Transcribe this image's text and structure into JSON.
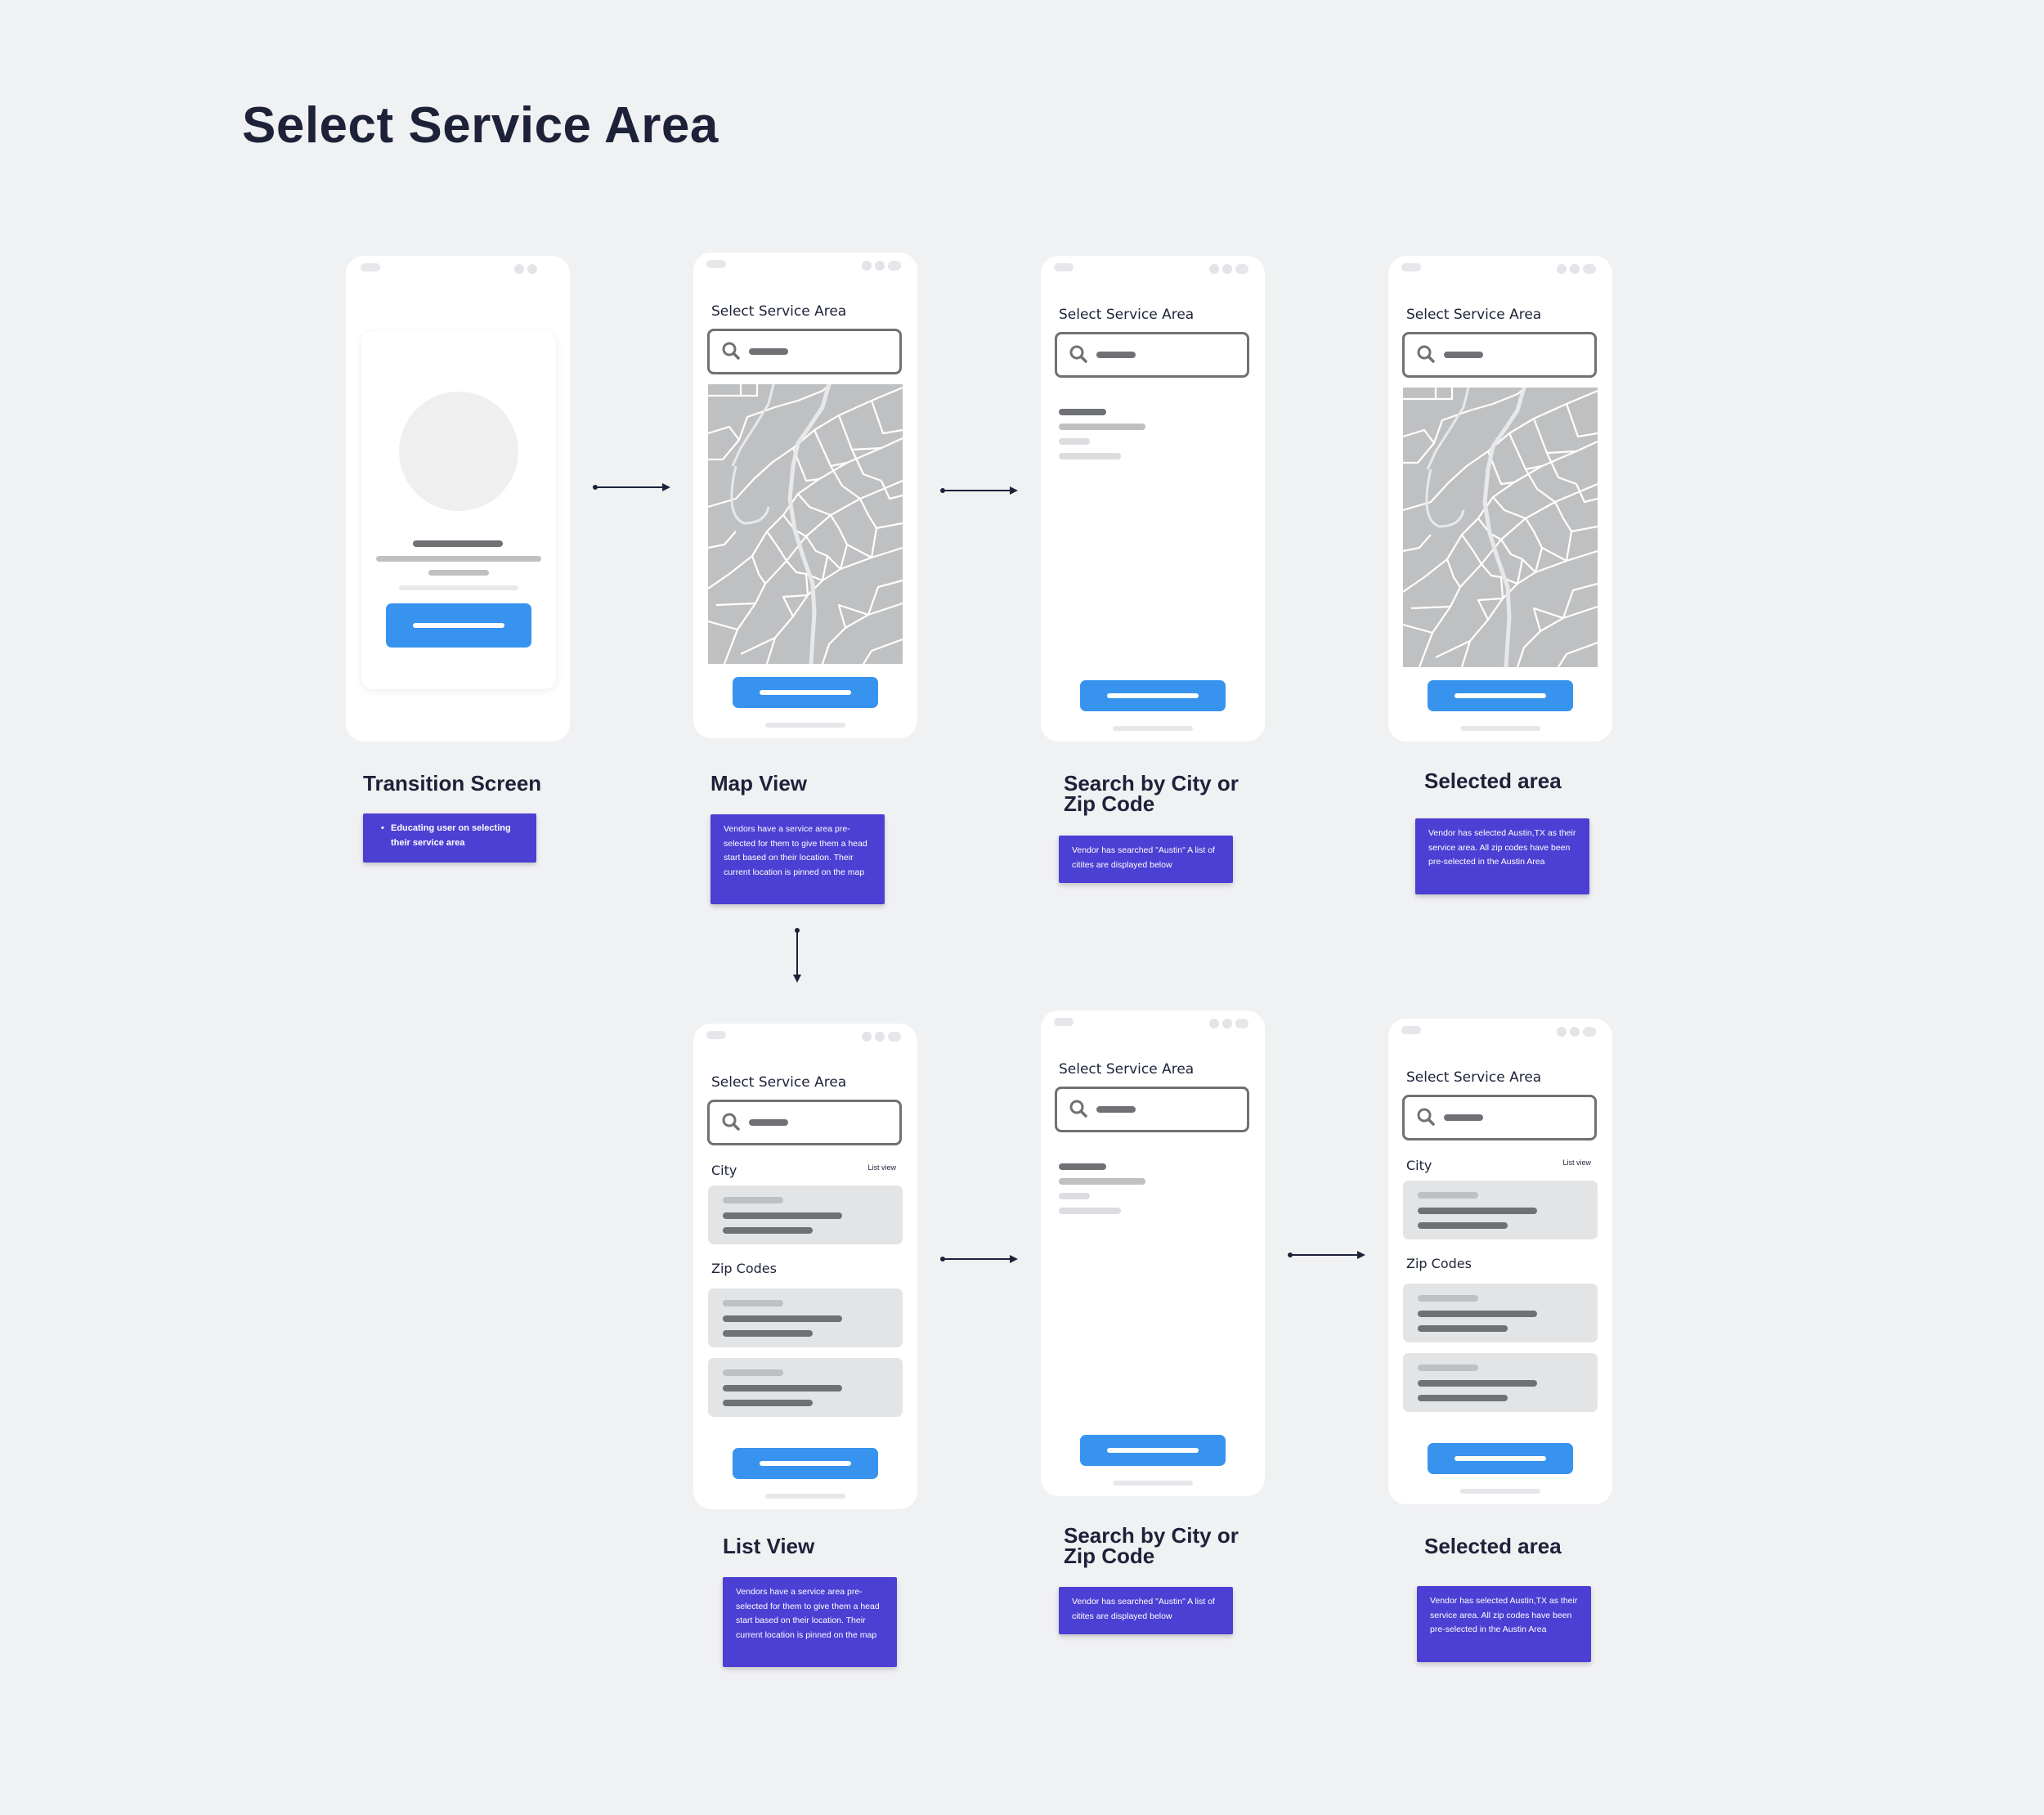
{
  "page": {
    "title": "Select Service Area"
  },
  "screen_header": "Select Service Area",
  "list_view": {
    "city_label": "City",
    "zip_label": "Zip Codes",
    "list_toggle": "List view"
  },
  "screens": {
    "transition": {
      "label": "Transition Screen",
      "note": "Educating user on selecting their service area"
    },
    "map_view": {
      "label": "Map View",
      "note": "Vendors have a service area pre-selected for them to give them a head start based on their location. Their current location is pinned on the map"
    },
    "search_1": {
      "label": "Search by City or Zip Code",
      "note": "Vendor has searched \"Austin\" A list of citites are displayed below"
    },
    "selected_1": {
      "label": "Selected area",
      "note": "Vendor has selected Austin,TX as their service area. All zip codes have been pre-selected in the Austin Area"
    },
    "list_view": {
      "label": "List View",
      "note": "Vendors have a service area pre-selected for them to give them a head start based on their location. Their current location is pinned on the map"
    },
    "search_2": {
      "label": "Search by City or Zip Code",
      "note": "Vendor has searched \"Austin\" A list of citites are displayed below"
    },
    "selected_2": {
      "label": "Selected area",
      "note": "Vendor has selected Austin,TX as their service area. All zip codes have been pre-selected in the Austin Area"
    }
  },
  "colors": {
    "background": "#f0f1f3",
    "title": "#1d2239",
    "note_bg": "#4c3fd3",
    "cta": "#3893ef",
    "map": "#bfc0c2"
  }
}
